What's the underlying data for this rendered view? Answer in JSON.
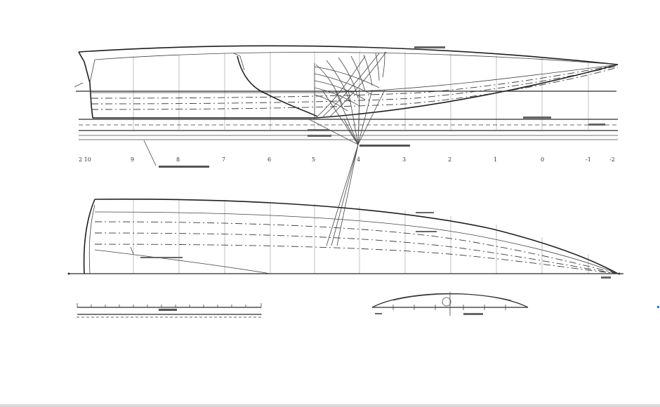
{
  "drawing": {
    "station_numbers": [
      "2 10",
      "9",
      "8",
      "7",
      "6",
      "5",
      "4",
      "3",
      "2",
      "1",
      "0",
      "-1",
      "-2"
    ]
  }
}
